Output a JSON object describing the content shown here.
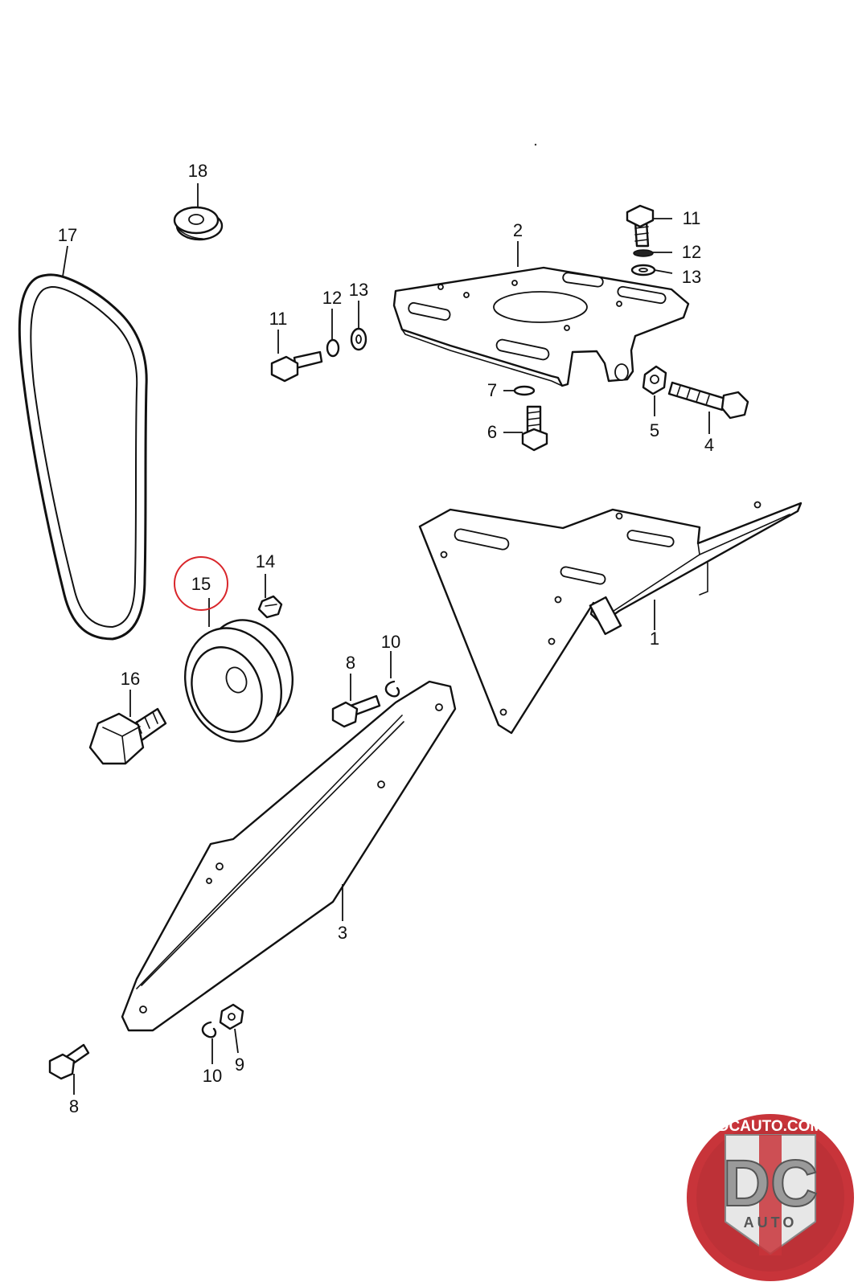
{
  "diagram": {
    "highlight_color": "#d9262b",
    "highlighted_callout": "15",
    "callouts": {
      "c1": "1",
      "c2": "2",
      "c3": "3",
      "c4": "4",
      "c5": "5",
      "c6": "6",
      "c7": "7",
      "c8a": "8",
      "c8b": "8",
      "c9": "9",
      "c10a": "10",
      "c10b": "10",
      "c11a": "11",
      "c11b": "11",
      "c12a": "12",
      "c12b": "12",
      "c13a": "13",
      "c13b": "13",
      "c14": "14",
      "c15": "15",
      "c16": "16",
      "c17": "17",
      "c18": "18"
    }
  },
  "logo": {
    "top_text": "DCAUTO.COM",
    "letters": "DC",
    "bottom_text": "AUTO",
    "colors": {
      "ring": "#c8343a",
      "inner": "#e7e7e7",
      "letters": "#9a9a9a"
    }
  }
}
